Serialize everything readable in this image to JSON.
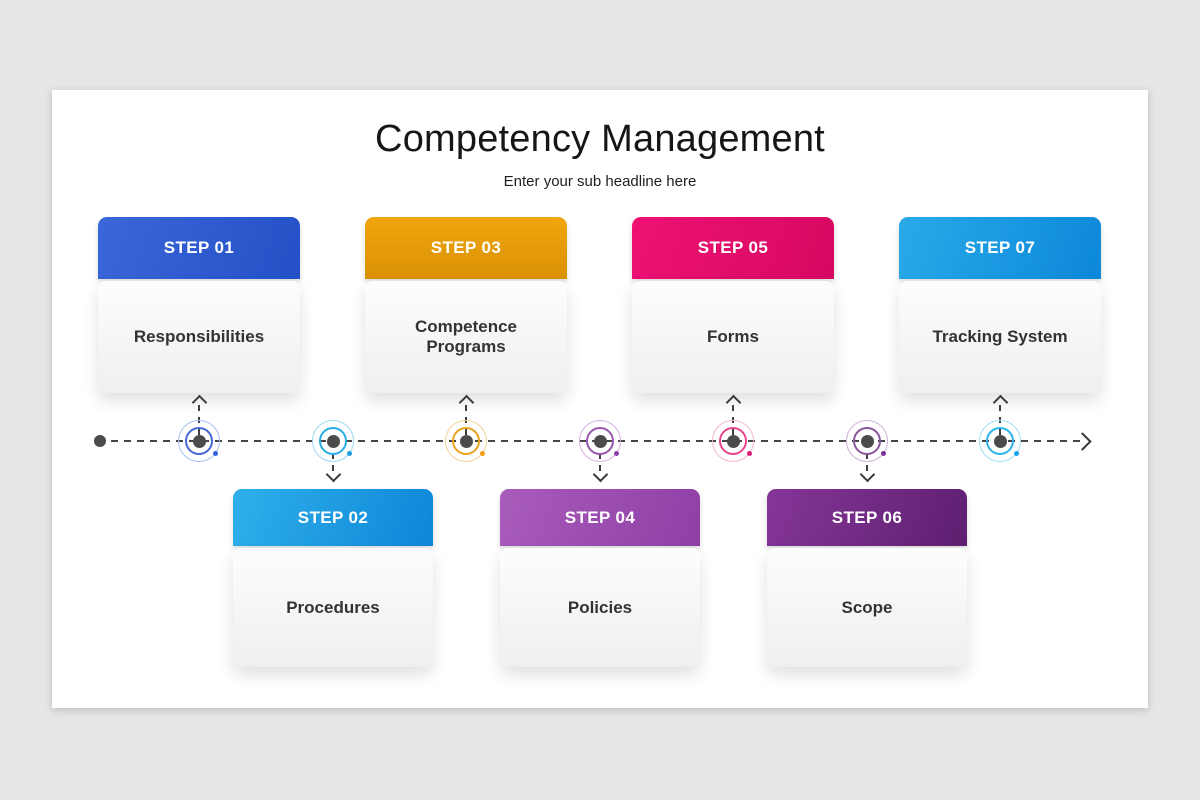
{
  "slide": {
    "title": "Competency Management",
    "subtitle": "Enter your sub headline here",
    "background": "#e6e6e6",
    "panel_background": "#ffffff"
  },
  "steps": [
    {
      "label": "STEP 01",
      "text": "Responsibilities",
      "row": "top",
      "color": "#2b58cb"
    },
    {
      "label": "STEP 02",
      "text": "Procedures",
      "row": "bottom",
      "color": "#1b97e6"
    },
    {
      "label": "STEP 03",
      "text": "Competence Programs",
      "row": "top",
      "color": "#e69c0f"
    },
    {
      "label": "STEP 04",
      "text": "Policies",
      "row": "bottom",
      "color": "#9b4bb0"
    },
    {
      "label": "STEP 05",
      "text": "Forms",
      "row": "top",
      "color": "#e60f6e"
    },
    {
      "label": "STEP 06",
      "text": "Scope",
      "row": "bottom",
      "color": "#71277f"
    },
    {
      "label": "STEP 07",
      "text": "Tracking System",
      "row": "top",
      "color": "#1795e0"
    }
  ],
  "timeline": {
    "direction": "left-to-right",
    "marker_count": 7,
    "line_color": "#454545"
  }
}
